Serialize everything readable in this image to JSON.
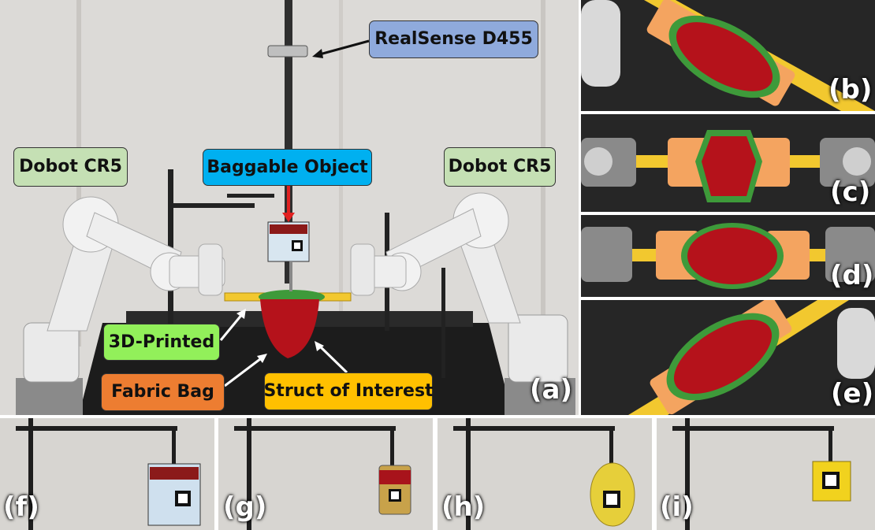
{
  "callouts": {
    "realsense": {
      "text": "RealSense D455",
      "color": "#8faadc"
    },
    "robot_left": {
      "text": "Dobot CR5",
      "color": "#c5e0b4"
    },
    "robot_right": {
      "text": "Dobot CR5",
      "color": "#c5e0b4"
    },
    "baggable_object": {
      "text": "Baggable Object",
      "color": "#00b0f0"
    },
    "printed_part": {
      "text": "3D-Printed",
      "color": "#92f05a"
    },
    "fabric_bag": {
      "text": "Fabric Bag",
      "color": "#ed7d31"
    },
    "struct_of_interest": {
      "text": "Struct of Interest",
      "color": "#ffc000"
    }
  },
  "panel_labels": {
    "a": "(a)",
    "b": "(b)",
    "c": "(c)",
    "d": "(d)",
    "e": "(e)",
    "f": "(f)",
    "g": "(g)",
    "h": "(h)",
    "i": "(i)"
  },
  "colors": {
    "bag_red": "#b5121b",
    "bag_rim_green": "#3e9a3a",
    "gripper_orange": "#f4a460",
    "struct_yellow": "#f2c82f",
    "arrow_red": "#e02020"
  }
}
